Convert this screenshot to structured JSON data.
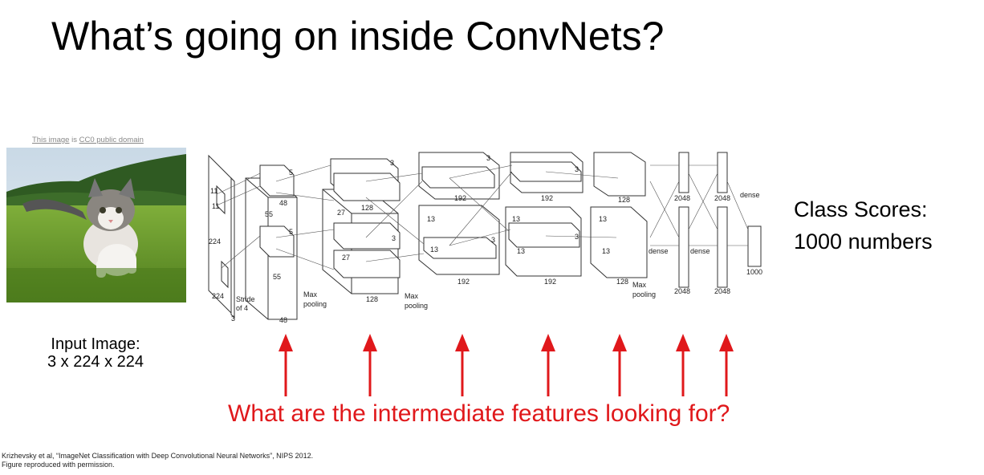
{
  "title": "What’s going on inside ConvNets?",
  "image_credit": {
    "text1": "This image",
    "text2": " is ",
    "text3": "CC0 public domain"
  },
  "input_caption": {
    "line1": "Input Image:",
    "line2": "3 x 224 x 224"
  },
  "output_caption": {
    "line1": "Class Scores:",
    "line2": "1000 numbers"
  },
  "question": "What are the intermediate features looking for?",
  "arrow_color": "#e0181b",
  "reference": {
    "line1": "Krizhevsky et al, “ImageNet Classification with Deep Convolutional Neural Networks”, NIPS 2012.",
    "line2": "Figure reproduced with permission."
  },
  "architecture": {
    "input_labels": {
      "size": "224",
      "channels": "3",
      "k1": "11",
      "k2": "11"
    },
    "stride_label": {
      "line1": "Stride",
      "line2": "of 4"
    },
    "conv1": {
      "dim": "55",
      "depth": "48",
      "kernel": "5"
    },
    "pool_label": {
      "line1": "Max",
      "line2": "pooling"
    },
    "conv2": {
      "dim": "27",
      "depth": "128",
      "kernel": "3"
    },
    "conv3": {
      "dim": "13",
      "depth": "192",
      "kernel": "3"
    },
    "conv4": {
      "dim": "13",
      "depth": "192",
      "kernel": "3"
    },
    "conv5": {
      "dim": "13",
      "depth": "128"
    },
    "fc6": "2048",
    "fc7": "2048",
    "fc8": "1000",
    "dense": "dense"
  }
}
